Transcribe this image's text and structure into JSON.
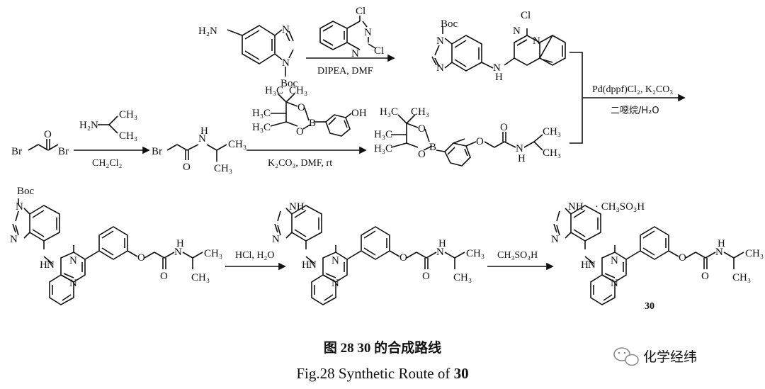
{
  "figure": {
    "caption_cn": "图 28   30 的合成路线",
    "caption_en_prefix": "Fig.28   Synthetic Route of ",
    "caption_en_bold": "30",
    "compound_label": "30"
  },
  "watermark": {
    "text": "化学经纬"
  },
  "atoms": {
    "H2N": "H₂N",
    "N": "N",
    "Boc": "Boc",
    "Cl": "Cl",
    "Br": "Br",
    "O": "O",
    "H": "H",
    "NH": "NH",
    "N_H": "N",
    "B": "B",
    "OH": "OH",
    "CH3": "CH₃",
    "H3C": "H₃C",
    "msa_salt": "· CH₃SO₃H"
  },
  "conditions": {
    "step1": "DIPEA, DMF",
    "step2": "CH₂Cl₂",
    "step3": "K₂CO₃, DMF, rt",
    "step4_top": "Pd(dppf)Cl₂, K₂CO₃",
    "step4_bottom": "二噁烷/H₂O",
    "step5": "HCl, H₂O",
    "step6": "CH₃SO₃H"
  },
  "reagents": {
    "amine": "isopropylamine"
  }
}
